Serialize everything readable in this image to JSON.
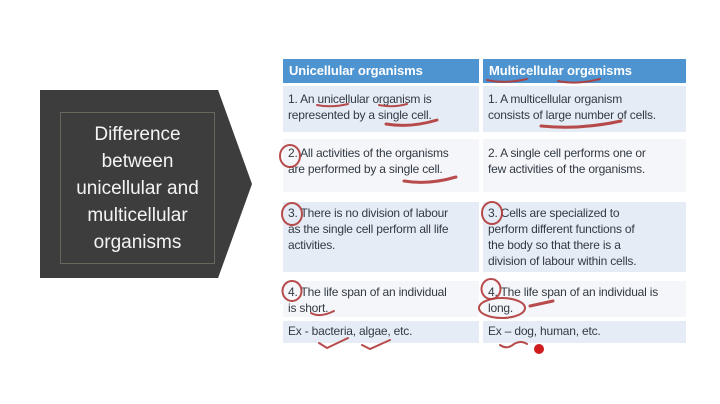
{
  "title": {
    "text": "Difference\nbetween\nunicellular and\nmulticellular\norganisms"
  },
  "table": {
    "headers": [
      "Unicellular organisms",
      "Multicellular organisms"
    ],
    "rows": [
      {
        "left": "1. An unicellular organism is\nrepresented by a single cell.",
        "right": "1. A multicellular organism\nconsists of large number of cells."
      },
      {
        "left": "2. All activities of the organisms\nare performed by a single cell.",
        "right": "2. A single cell performs one or\nfew activities of the organisms."
      },
      {
        "left": "3. There is no division of labour\nas the single cell perform all life\nactivities.",
        "right": "3. Cells are specialized to\nperform different functions of\nthe body so that there is a\ndivision of labour within cells."
      },
      {
        "left": "4. The life span of an individual\nis short.",
        "right": "4. The life span of an individual is\nlong."
      },
      {
        "left": "Ex - bacteria, algae, etc.",
        "right": "Ex – dog, human, etc."
      }
    ]
  },
  "annotations": {
    "style": "hand-drawn red pen marks",
    "marks": [
      "underline-multicellular-header",
      "underline-organisms-header",
      "underline-unicellular",
      "underline-organism",
      "underline-single-cell-row1",
      "underline-large-number",
      "circle-2",
      "underline-single-cell-row2",
      "circle-3-left",
      "circle-3-right",
      "circle-4-left",
      "squiggle-short",
      "circle-4-right",
      "oval-long",
      "dash-long",
      "check-bacteria",
      "check-algae",
      "squiggle-dog",
      "pointer-dot"
    ]
  },
  "colors": {
    "header-blue": "#4e94d1",
    "row-light": "#e6ecf5",
    "row-lighter": "#f4f6fa",
    "arrow-dark": "#3d3d3d",
    "arrow-border": "#67675d",
    "table-text": "#333a42",
    "annotation-red": "#b23c3c",
    "pointer-red": "#cf1d1d"
  }
}
